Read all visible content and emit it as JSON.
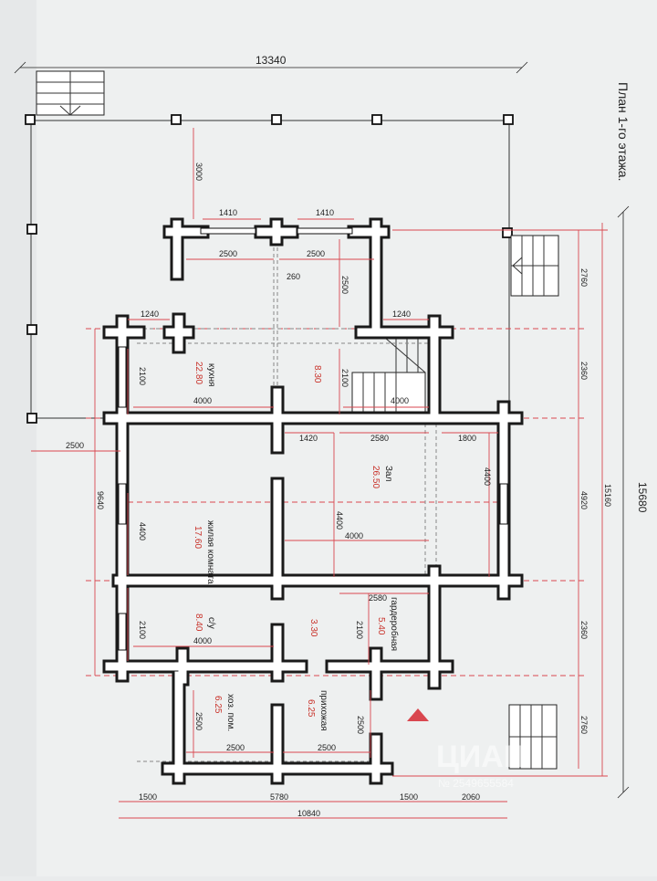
{
  "title": "План 1-го этажа.",
  "overall": {
    "width": "13340",
    "length": "15680"
  },
  "rooms": [
    {
      "name": "кухня",
      "area": "22.80"
    },
    {
      "name": "",
      "area": "8.30"
    },
    {
      "name": "Зал",
      "area": "26.50"
    },
    {
      "name": "жилая комната",
      "area": "17.60"
    },
    {
      "name": "с/у",
      "area": "8.40"
    },
    {
      "name": "",
      "area": "3.30"
    },
    {
      "name": "гардеробная",
      "area": "5.40"
    },
    {
      "name": "хоз. пом.",
      "area": "6.25"
    },
    {
      "name": "прихожая",
      "area": "6.25"
    }
  ],
  "dims": {
    "d3000": "3000",
    "d1410a": "1410",
    "d1410b": "1410",
    "d2500a": "2500",
    "d2500b": "2500",
    "d260": "260",
    "d2500c": "2500",
    "d1240a": "1240",
    "d1240b": "1240",
    "d2100a": "2100",
    "d2100b": "2100",
    "d4000a": "4000",
    "d4000b": "4000",
    "d2500d": "2500",
    "d1420": "1420",
    "d2580a": "2580",
    "d1800": "1800",
    "d4400a": "4400",
    "d9640": "9640",
    "d4400b": "4400",
    "d4400c": "4400",
    "d4000c": "4000",
    "d2580b": "2580",
    "d2100c": "2100",
    "d4000d": "4000",
    "d2100d": "2100",
    "d2500e": "2500",
    "d2500f": "2500",
    "d2500g": "2500",
    "d2500h": "2500",
    "d1500a": "1500",
    "d5780": "5780",
    "d1500b": "1500",
    "d2060": "2060",
    "d10840": "10840",
    "d2760a": "2760",
    "d2360a": "2360",
    "d4920": "4920",
    "d2360b": "2360",
    "d2760b": "2760",
    "d15160": "15160"
  },
  "watermark": "ЦИАН",
  "watermark_sub": "№ 2549655584"
}
